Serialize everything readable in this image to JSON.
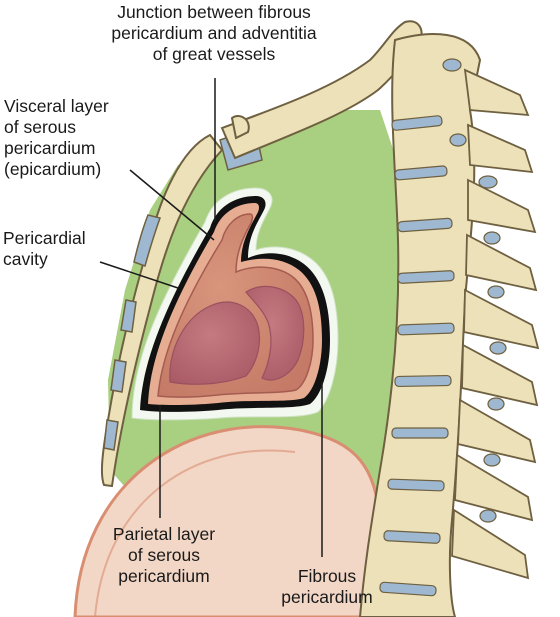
{
  "labels": {
    "junction": "Junction between fibrous\npericardium and adventitia\nof great vessels",
    "visceral": "Visceral layer\nof serous\npericardium\n(epicardium)",
    "cavity": "Pericardial\ncavity",
    "parietal": "Parietal layer\nof serous\npericardium",
    "fibrous": "Fibrous\npericardium"
  },
  "colors": {
    "mediastinum": "#a9cf80",
    "bone": "#ede1b9",
    "bone_outline": "#6e6040",
    "cartilage": "#9fb8d2",
    "fibrous_layer": "#f3f8f0",
    "parietal_layer": "#111111",
    "pericardial_cavity": "#e6ad93",
    "heart": "#c7806c",
    "chambers": "#b2606a",
    "diaphragm": "#f2d7c6",
    "diaphragm_edge": "#d98e72"
  }
}
